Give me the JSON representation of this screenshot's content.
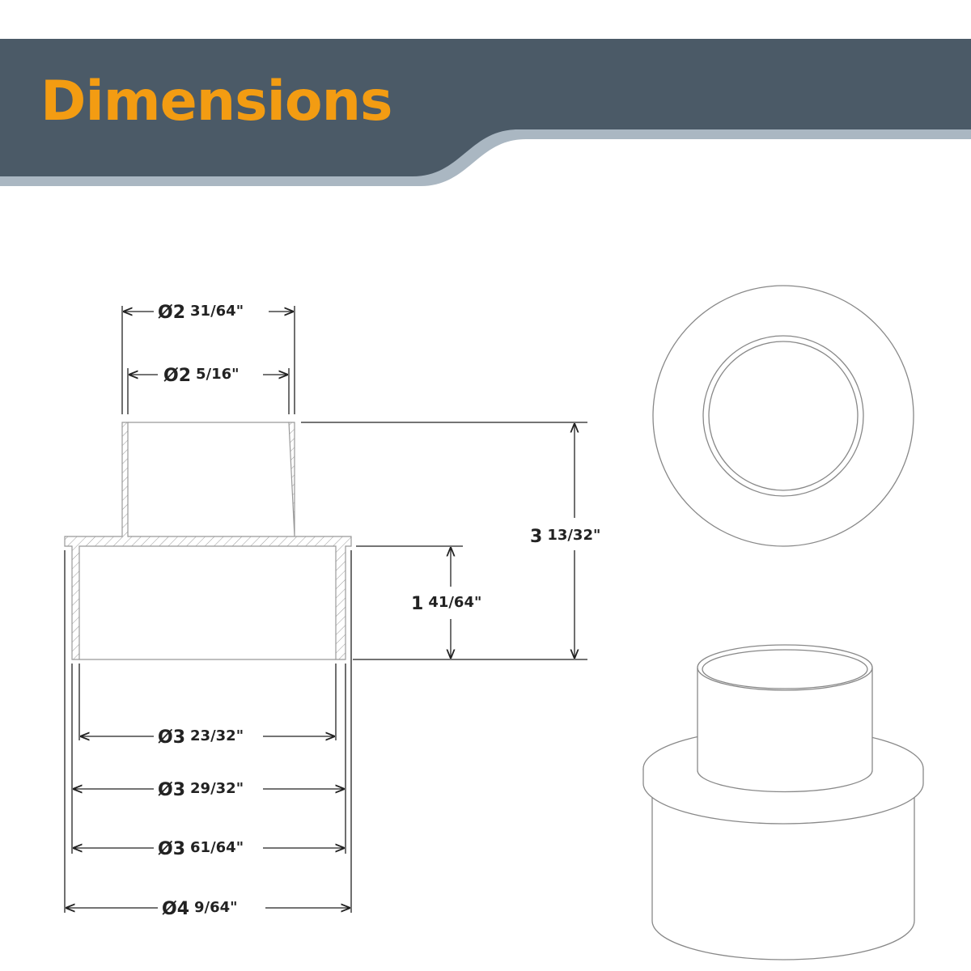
{
  "header": {
    "title": "Dimensions"
  },
  "colors": {
    "banner": "#4b5a67",
    "banner_edge": "#aab7c2",
    "accent": "#f39c12",
    "line": "#222222"
  },
  "dimensions": {
    "top_outer": {
      "whole": "Ø2",
      "frac": "31/64\""
    },
    "top_inner": {
      "whole": "Ø2",
      "frac": "5/16\""
    },
    "total_height": {
      "whole": "3",
      "frac": "13/32\""
    },
    "lower_height": {
      "whole": "1",
      "frac": "41/64\""
    },
    "bottom_inner": {
      "whole": "Ø3",
      "frac": "23/32\""
    },
    "bottom_outer": {
      "whole": "Ø3",
      "frac": "29/32\""
    },
    "bottom_outer2": {
      "whole": "Ø3",
      "frac": "61/64\""
    },
    "flange": {
      "whole": "Ø4",
      "frac": "9/64\""
    }
  }
}
